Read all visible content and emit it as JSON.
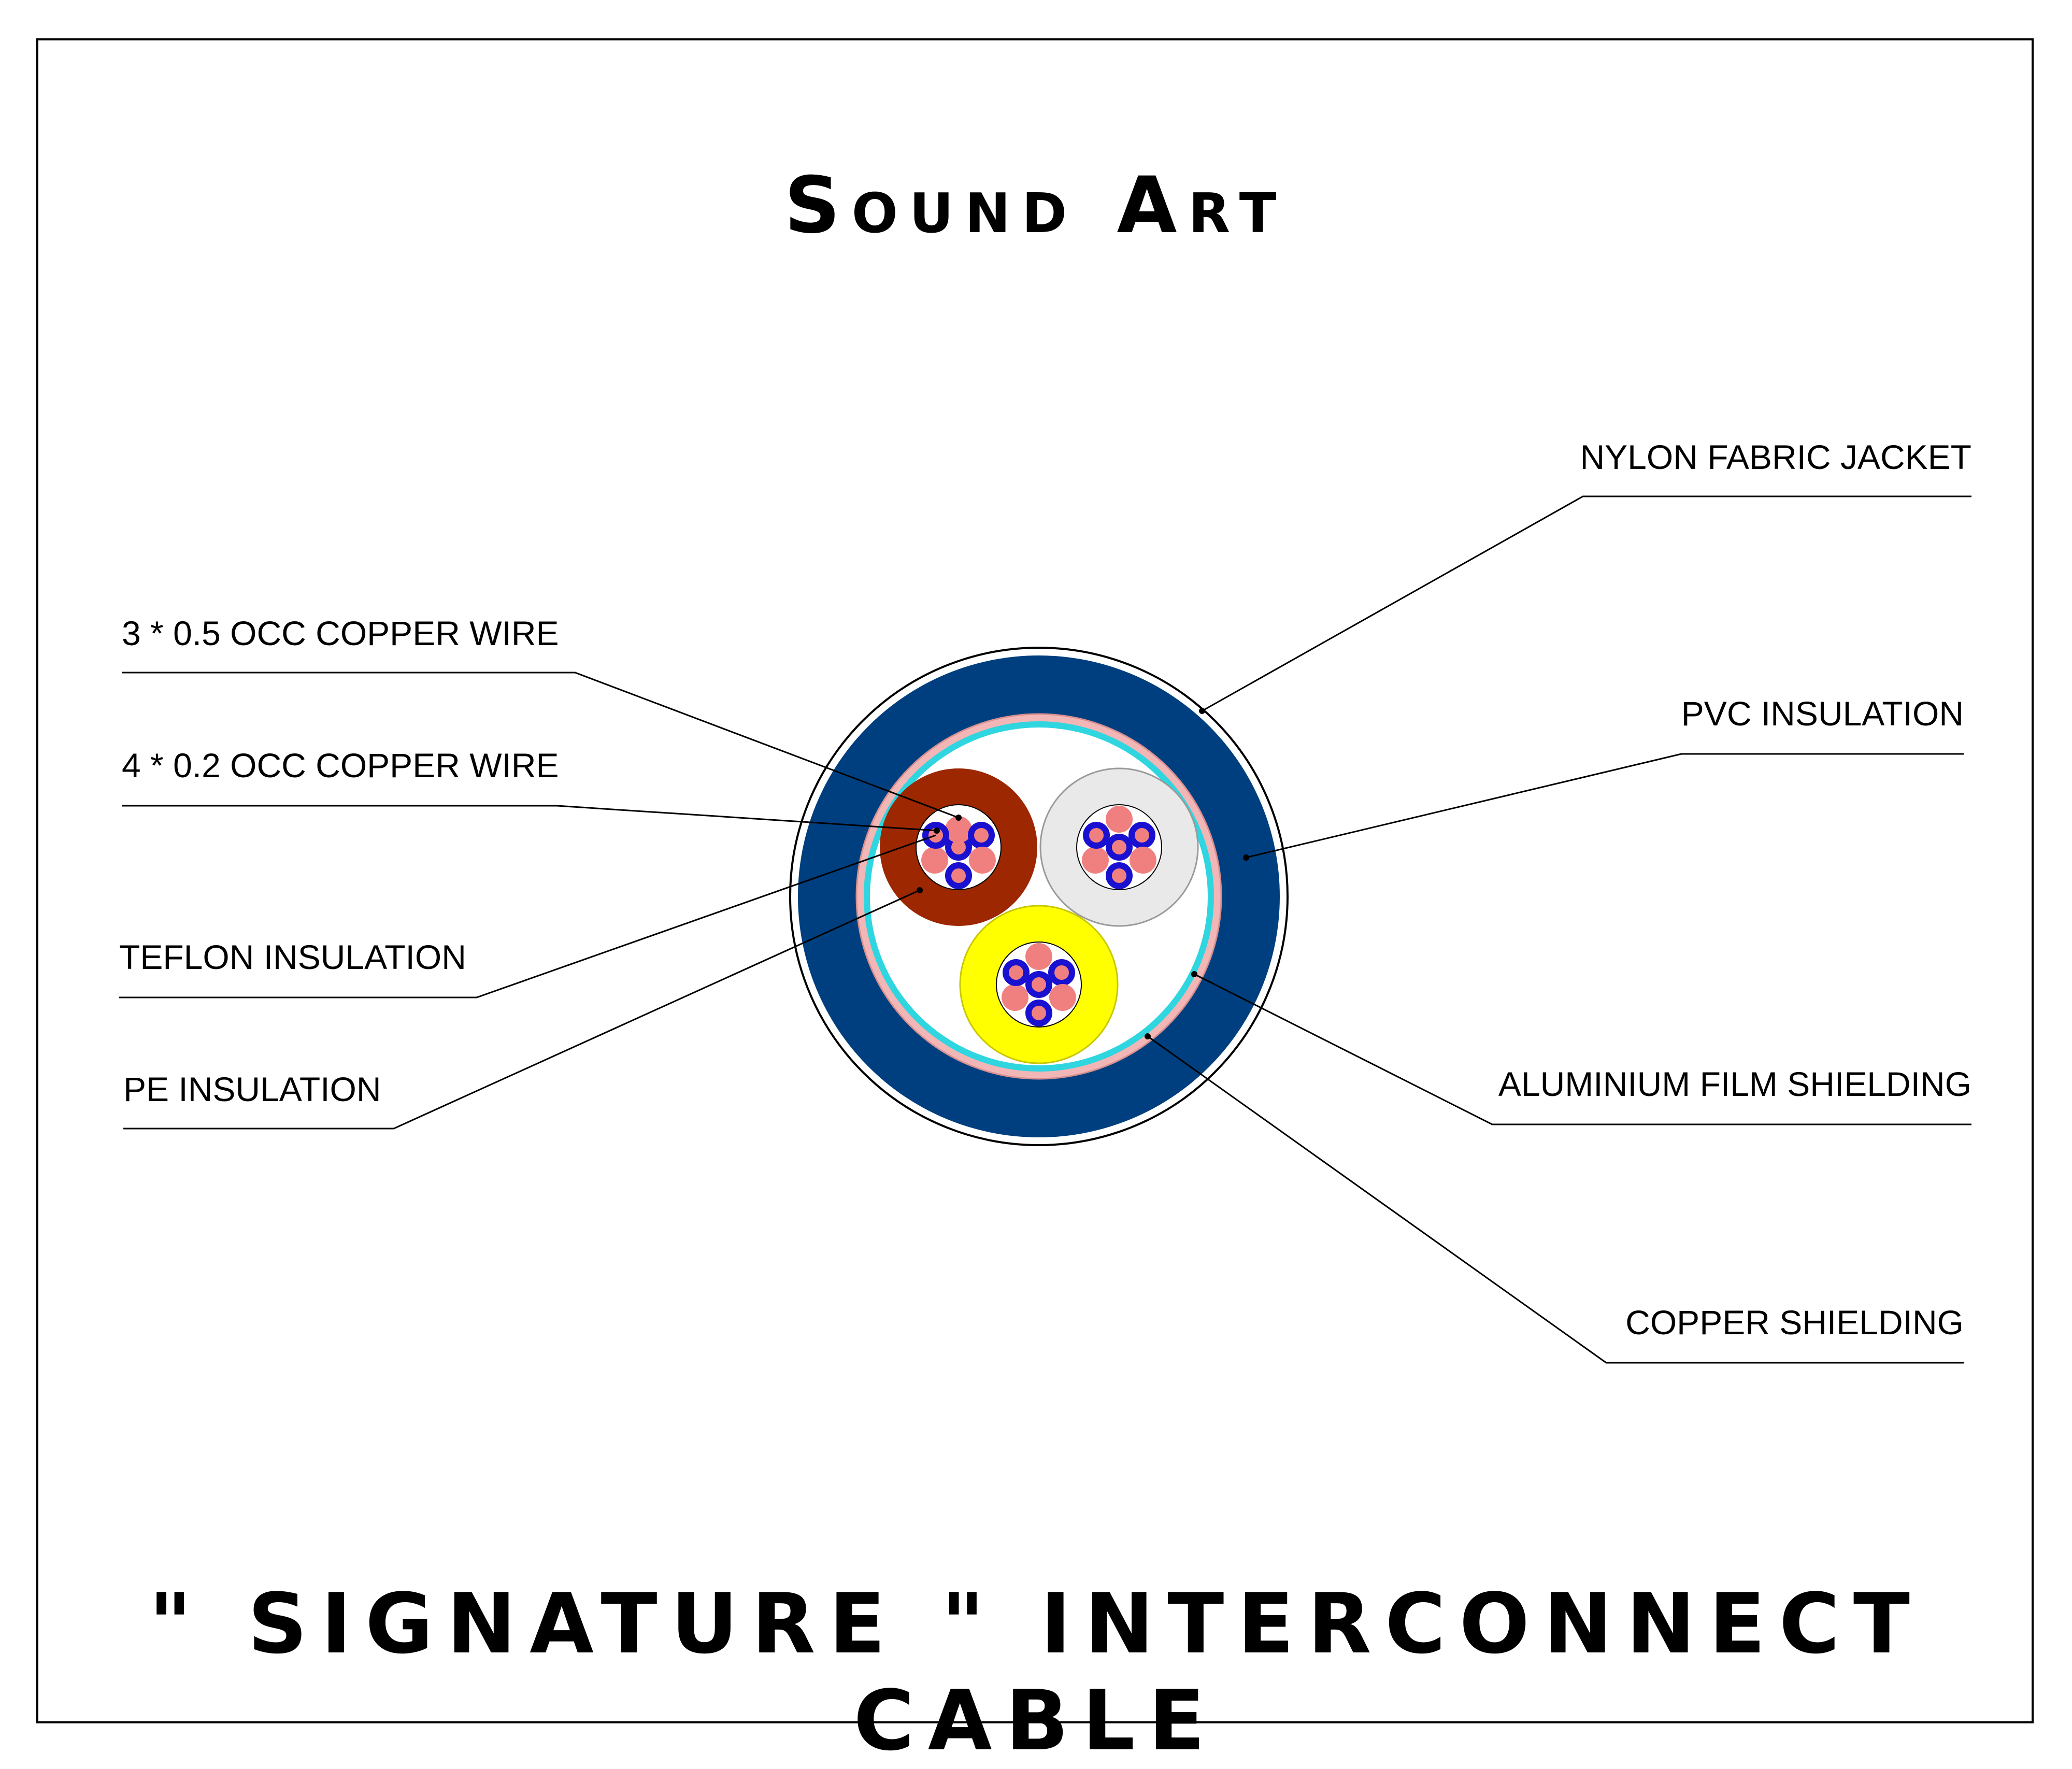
{
  "brand": "Sound Art",
  "product": "\" SIGNATURE \" INTERCONNECT  CABLE",
  "labels": {
    "nylon_fabric_jacket": "NYLON FABRIC JACKET",
    "pvc_insulation": "PVC  INSULATION",
    "aluminium_film_shielding": "ALUMINIUM  FILM  SHIELDING",
    "copper_shielding": "COPPER  SHIELDING",
    "copper_wire_05": "3 * 0.5  OCC  COPPER  WIRE",
    "copper_wire_02": "4 * 0.2  OCC  COPPER  WIRE",
    "teflon_insulation": "TEFLON  INSULATION",
    "pe_insulation": "PE INSULATION"
  },
  "colors": {
    "jacket": "#003f7f",
    "shield_aluminium": "#2fd5df",
    "shield_copper": "#f2b6b6",
    "core_brown": "#9c2700",
    "core_gray": "#e9e9e9",
    "core_yellow": "#ffff00",
    "strand_large": "#f08080",
    "strand_small": "#1a10d0"
  }
}
